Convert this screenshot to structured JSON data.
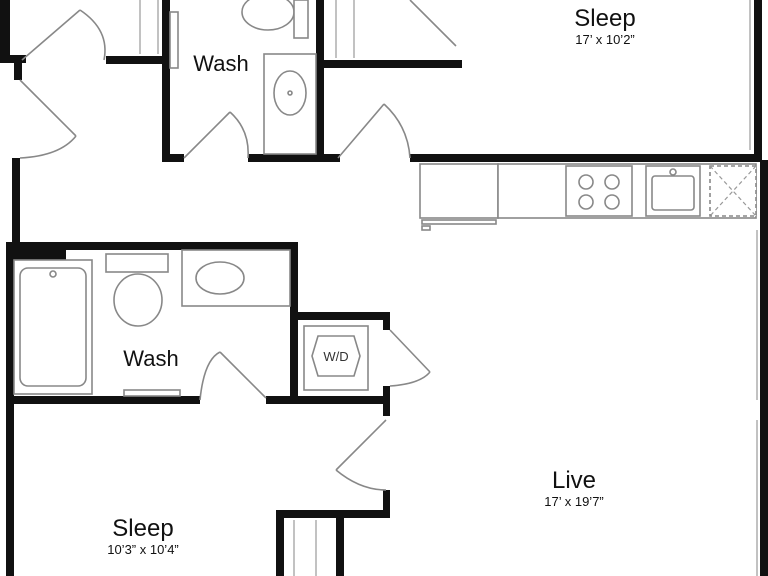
{
  "rooms": {
    "sleep_top": {
      "name": "Sleep",
      "size": "17’ x 10’2”"
    },
    "wash_top": {
      "name": "Wash"
    },
    "wash_left": {
      "name": "Wash"
    },
    "laundry": {
      "label": "W/D"
    },
    "live": {
      "name": "Live",
      "size": "17’ x 19’7”"
    },
    "sleep_bottom": {
      "name": "Sleep",
      "size": "10’3” x 10’4”"
    }
  }
}
